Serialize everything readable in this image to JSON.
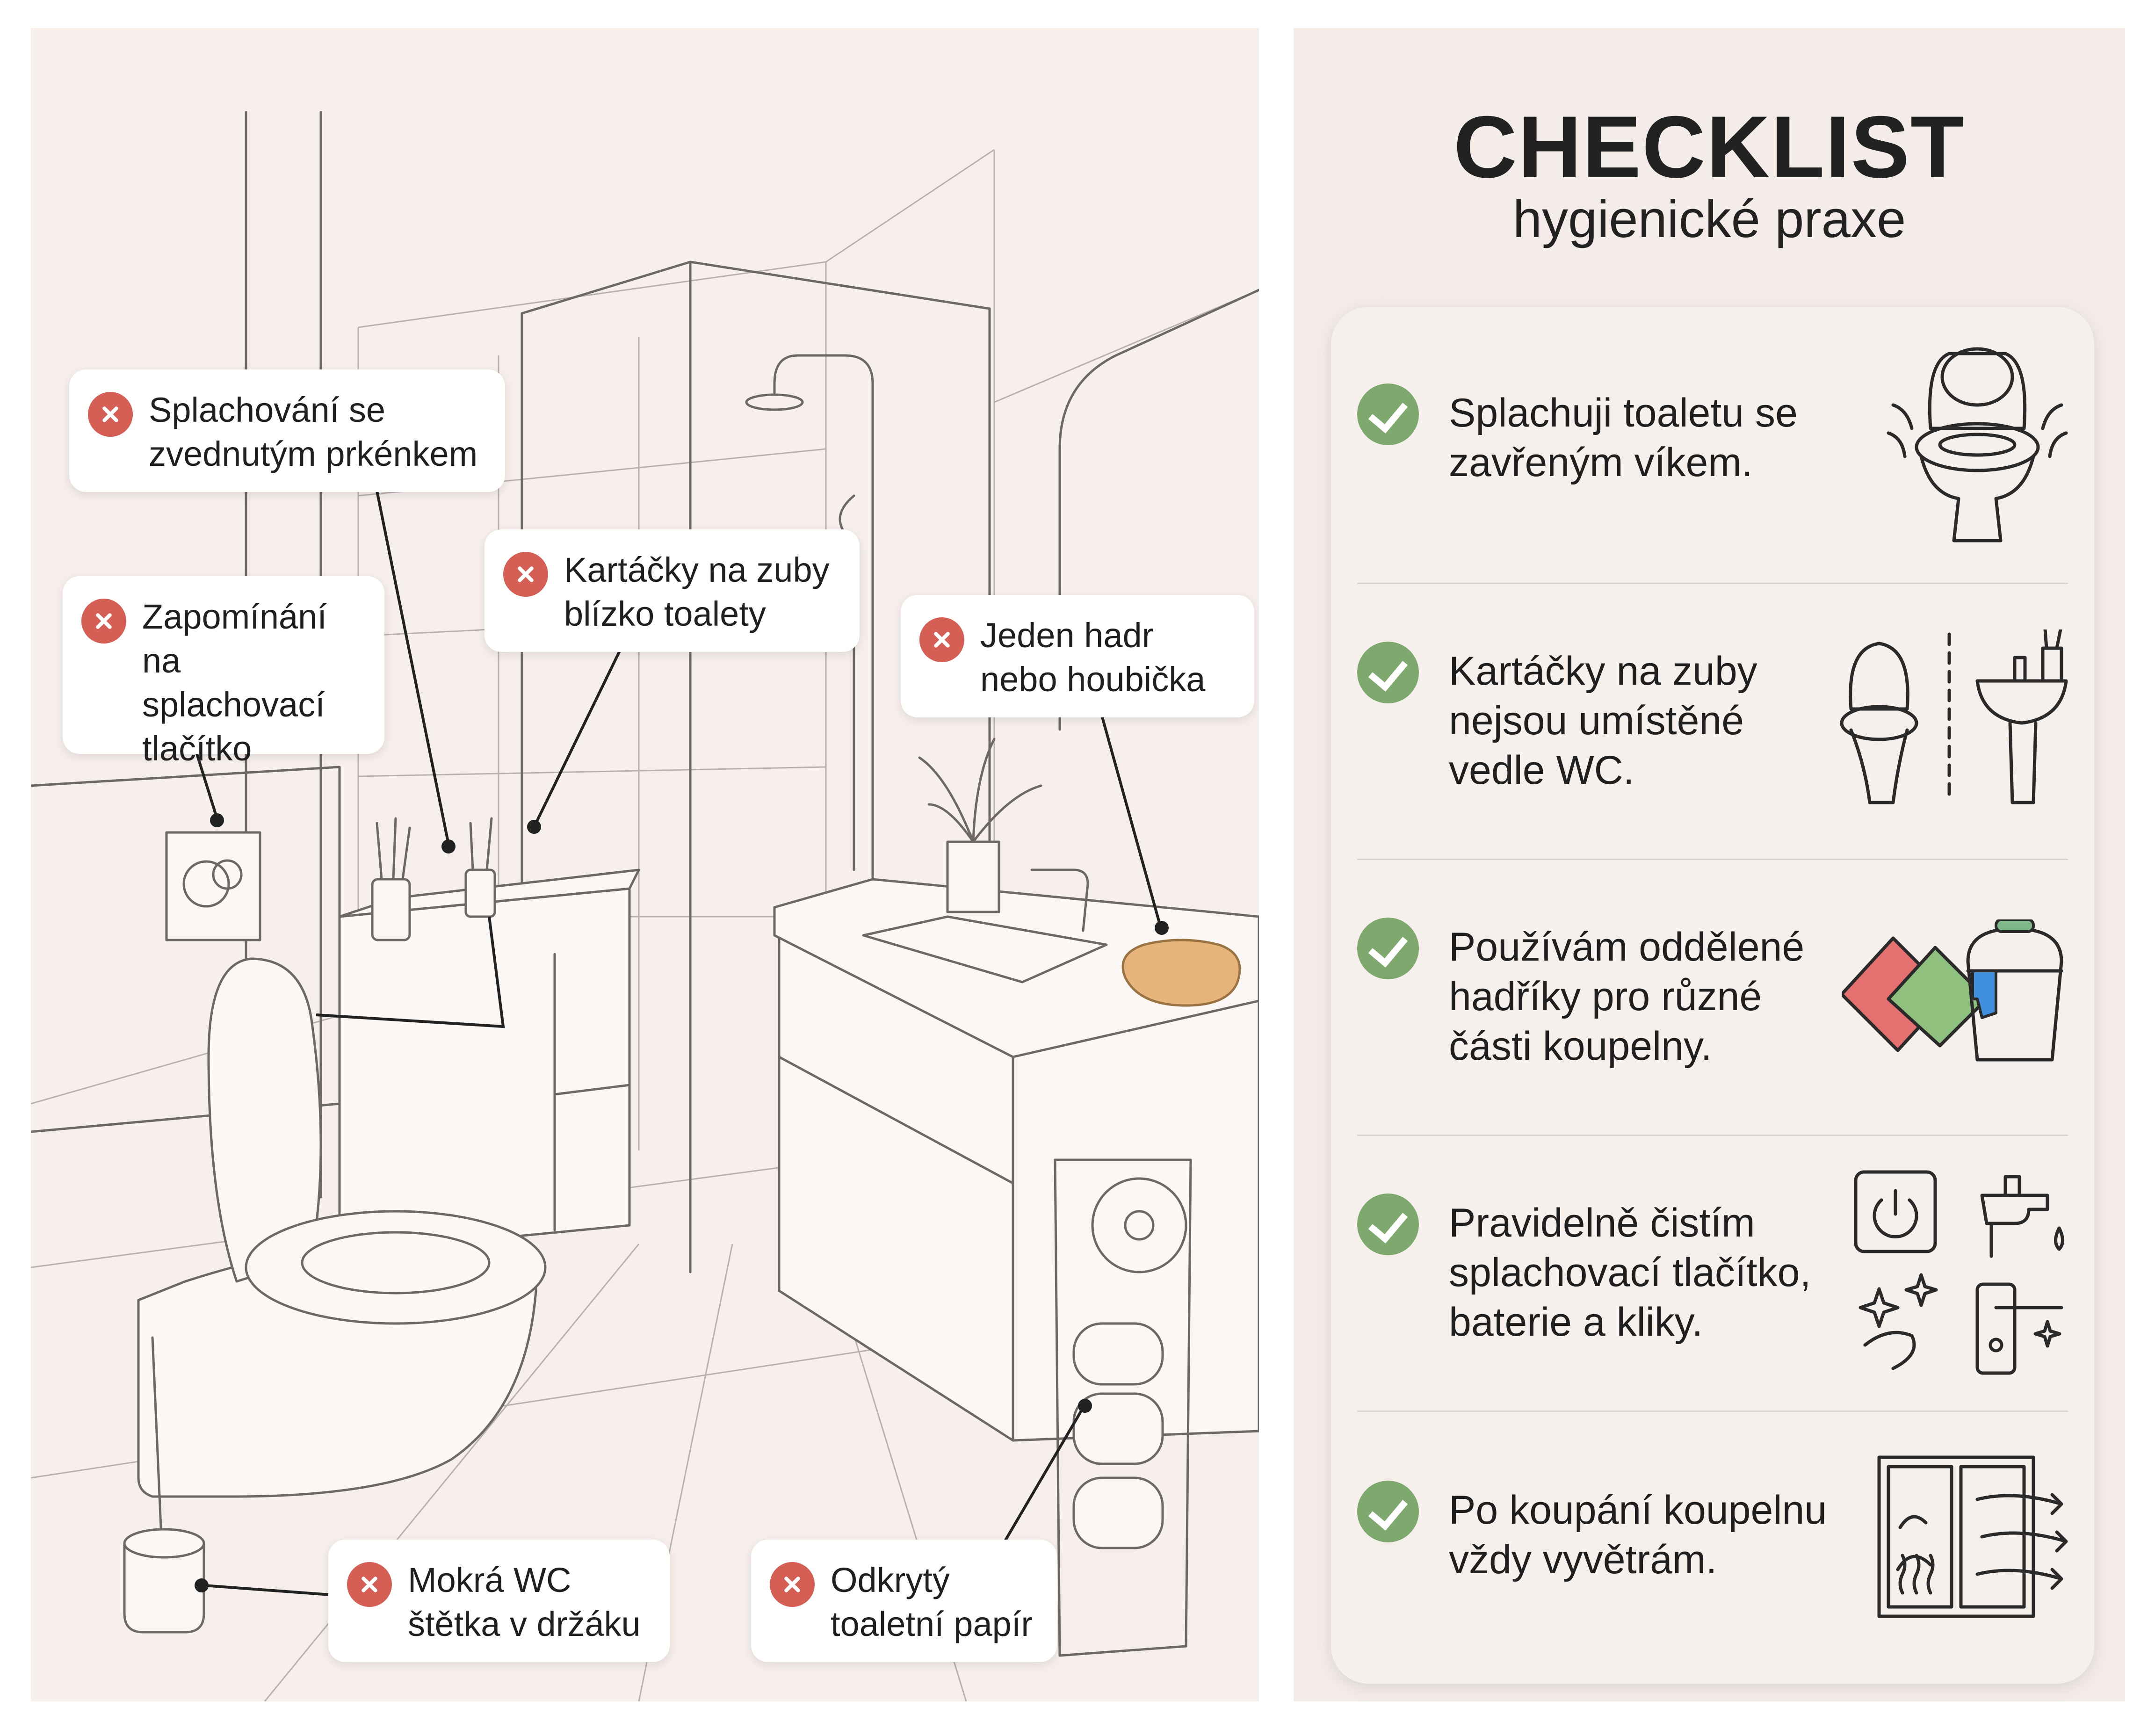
{
  "warnings": [
    {
      "id": "seat-up",
      "text": "Splachování se zvednutým prkénkem"
    },
    {
      "id": "flush-button",
      "text": "Zapomínání na splachovací tlačítko"
    },
    {
      "id": "toothbrush",
      "text": "Kartáčky na zuby blízko toalety"
    },
    {
      "id": "one-cloth",
      "text": "Jeden hadr nebo houbička"
    },
    {
      "id": "wet-brush",
      "text": "Mokrá WC štětka v držáku"
    },
    {
      "id": "paper",
      "text": "Odkrytý toaletní papír"
    }
  ],
  "checklist": {
    "title": "CHECKLIST",
    "subtitle": "hygienické praxe",
    "items": [
      {
        "text": "Splachuji toaletu se zavřeným víkem.",
        "icon": "toilet-lid-closed-icon"
      },
      {
        "text": "Kartáčky na zuby nejsou umístěné vedle WC.",
        "icon": "toilet-sink-separated-icon"
      },
      {
        "text": "Používám oddělené hadříky pro různé části koupelny.",
        "icon": "cloths-bucket-icon"
      },
      {
        "text": "Pravidelně čistím splachovací tlačítko, baterie a kliky.",
        "icon": "clean-surfaces-icon"
      },
      {
        "text": "Po koupání koupelnu vždy vyvětrám.",
        "icon": "window-ventilation-icon"
      }
    ]
  },
  "colors": {
    "warning": "#d65f55",
    "check": "#7fa86f",
    "panel": "#f6efec"
  }
}
